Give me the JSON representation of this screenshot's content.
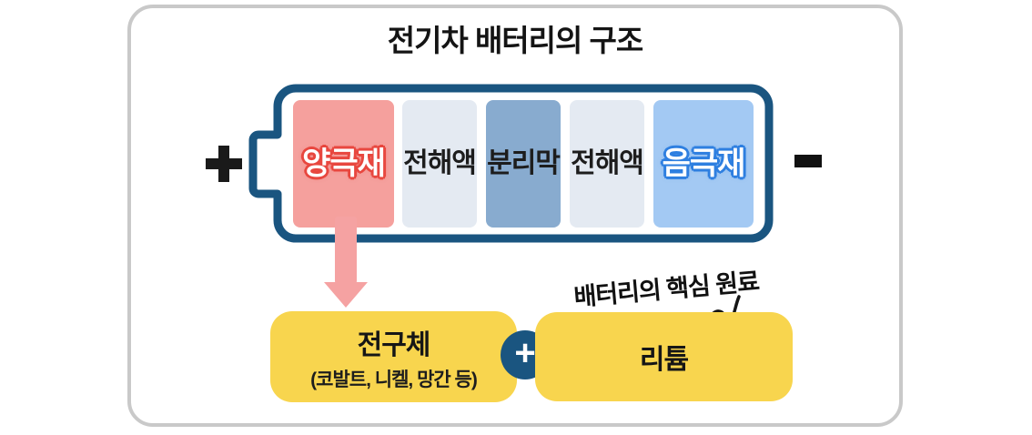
{
  "title": "전기차 배터리의 구조",
  "battery": {
    "positive_symbol": "+",
    "negative_symbol": "−",
    "segments": [
      {
        "label": "양극재",
        "role": "cathode"
      },
      {
        "label": "전해액",
        "role": "electrolyte"
      },
      {
        "label": "분리막",
        "role": "separator"
      },
      {
        "label": "전해액",
        "role": "electrolyte"
      },
      {
        "label": "음극재",
        "role": "anode"
      }
    ]
  },
  "bottom": {
    "precursor": {
      "title": "전구체",
      "subtitle": "(코발트, 니켈, 망간 등)"
    },
    "plus_symbol": "+",
    "lithium": {
      "title": "리튬"
    },
    "note": "배터리의 핵심 원료"
  },
  "colors": {
    "battery_outline": "#1a5580",
    "cathode_bg": "#f5a09d",
    "cathode_text_outline": "#e8473f",
    "electrolyte_bg": "#e4eaf2",
    "separator_bg": "#88abcf",
    "anode_bg": "#a3c9f3",
    "anode_text_outline": "#2e7fe0",
    "box_yellow": "#f8d54e",
    "arrow_pink": "#f5a2a2",
    "plus_circle_bg": "#1a5580",
    "card_border": "#c9c9c9"
  }
}
